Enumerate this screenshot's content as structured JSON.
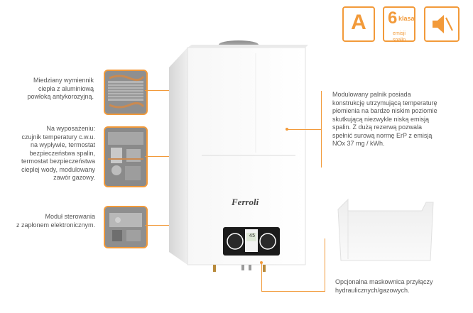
{
  "badges": {
    "energy_class": "A",
    "emission_number": "6",
    "emission_word": "klasa",
    "emission_caption": "emisji spalin",
    "icon": "speaker-mute-icon"
  },
  "callouts": {
    "heat_exchanger": "Miedziany wymiennik\nciepła z aluminiową\npowłoką antykorozyjną.",
    "equipment": "Na wyposażeniu:\nczujnik temperatury c.w.u.\nna wypływie, termostat\nbezpieczeństwa spalin,\ntermostat bezpieczeństwa\ncieplej wody, modulowany\nzawór gazowy.",
    "control": "Moduł sterowania\nz zapłonem elektronicznym.",
    "burner": "Modulowany palnik posiada\nkonstrukcję utrzymującą temperaturę\npłomienia na bardzo niskim poziomie\nskutkującą niezwykle niską emisją\nspalin. Z dużą rezerwą pozwala\nspełnić surową normę ErP z emisją\nNOx 37 mg / kWh.",
    "cover": "Opcjonalna maskownica przyłączy\nhydraulicznych/gazowych."
  },
  "device": {
    "brand": "Ferroli",
    "display_value": "45"
  },
  "colors": {
    "accent": "#f29a3a",
    "text": "#555555"
  }
}
